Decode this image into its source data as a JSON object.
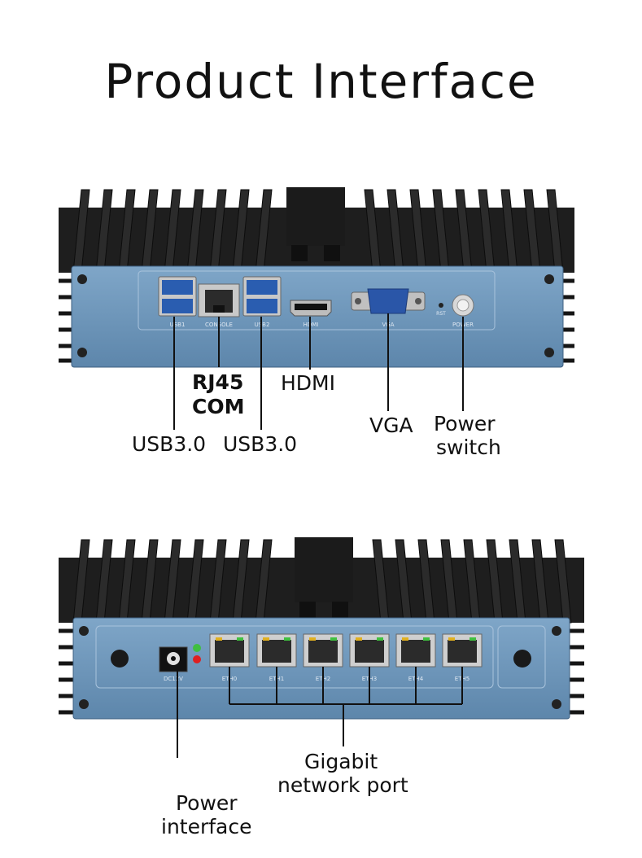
{
  "title": "Product Interface",
  "front_panel": {
    "port_labels": {
      "usb1": "USB1",
      "console": "CONSOLE",
      "usb2": "USB2",
      "hdmi": "HDMI",
      "vga": "VGA",
      "rst": "RST",
      "power": "POWER"
    },
    "callouts": {
      "usb_left": "USB3.0",
      "rj45": "RJ45",
      "com": "COM",
      "usb_right": "USB3.0",
      "hdmi": "HDMI",
      "vga": "VGA",
      "power_switch_line1": "Power",
      "power_switch_line2": "switch"
    }
  },
  "rear_panel": {
    "port_labels": {
      "dc": "DC12V",
      "eth0": "ETH0",
      "eth1": "ETH1",
      "eth2": "ETH2",
      "eth3": "ETH3",
      "eth4": "ETH4",
      "eth5": "ETH5"
    },
    "callouts": {
      "gigabit_line1": "Gigabit",
      "gigabit_line2": "network port",
      "power_interface_line1": "Power",
      "power_interface_line2": "interface"
    }
  }
}
